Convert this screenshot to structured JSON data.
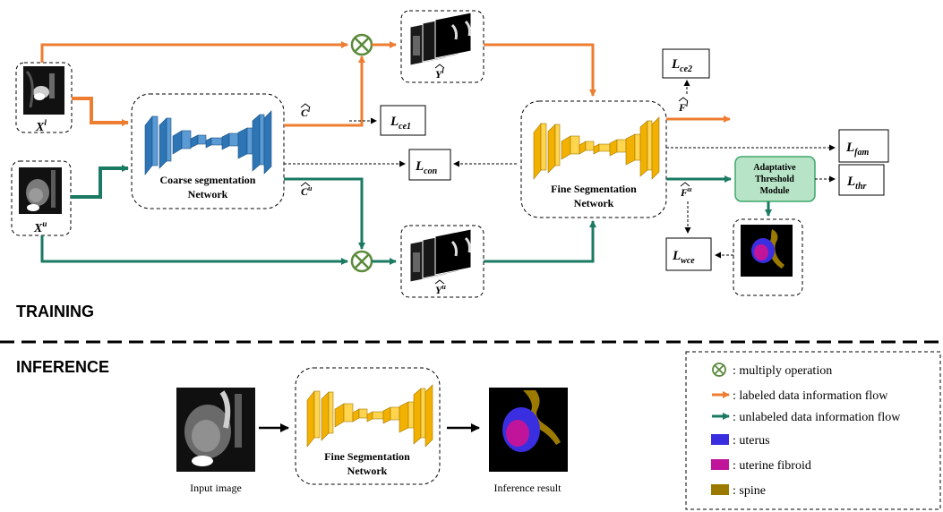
{
  "sections": {
    "training": "TRAINING",
    "inference": "INFERENCE"
  },
  "inputs": {
    "labeled": "X",
    "labeled_sup": "l",
    "unlabeled": "X",
    "unlabeled_sup": "u"
  },
  "coarse_net": {
    "line1": "Coarse segmentation",
    "line2": "Network"
  },
  "fine_net": {
    "line1": "Fine Segmentation",
    "line2": "Network"
  },
  "inference_net": {
    "line1": "Fine Segmentation",
    "line2": "Network"
  },
  "threshold_module": {
    "line1": "Adaptative",
    "line2": "Threshold",
    "line3": "Module"
  },
  "signals": {
    "c_l": "C",
    "c_l_sup": "l",
    "c_u": "C",
    "c_u_sup": "u",
    "y_l": "Y",
    "y_l_sup": "l",
    "y_u": "Y",
    "y_u_sup": "u",
    "f_l": "F",
    "f_l_sup": "l",
    "f_u": "F",
    "f_u_sup": "u"
  },
  "losses": {
    "ce1": {
      "main": "L",
      "sub": "ce1"
    },
    "ce2": {
      "main": "L",
      "sub": "ce2"
    },
    "con": {
      "main": "L",
      "sub": "con"
    },
    "fam": {
      "main": "L",
      "sub": "fam"
    },
    "thr": {
      "main": "L",
      "sub": "thr"
    },
    "wce": {
      "main": "L",
      "sub": "wce"
    }
  },
  "inference": {
    "input_caption": "Input image",
    "output_caption": "Inference result"
  },
  "legend": {
    "items": [
      {
        "symbol": "multiply",
        "text": ": multiply operation"
      },
      {
        "symbol": "orange-arrow",
        "text": ": labeled data information flow"
      },
      {
        "symbol": "green-arrow",
        "text": ": unlabeled data information flow"
      },
      {
        "symbol": "swatch-uterus",
        "text": ": uterus"
      },
      {
        "symbol": "swatch-fibroid",
        "text": ": uterine fibroid"
      },
      {
        "symbol": "swatch-spine",
        "text": ": spine"
      }
    ]
  },
  "colors": {
    "labeled_flow": "#ED7D31",
    "unlabeled_flow": "#1A7A62",
    "multiply": "#5A8A3A",
    "coarse_blocks": "#2E75B6",
    "fine_blocks": "#F2B000",
    "threshold_fill": "#B7E4C7",
    "threshold_border": "#3FA66A",
    "uterus": "#3A2FE0",
    "fibroid": "#C0159A",
    "spine": "#9C7A00"
  }
}
